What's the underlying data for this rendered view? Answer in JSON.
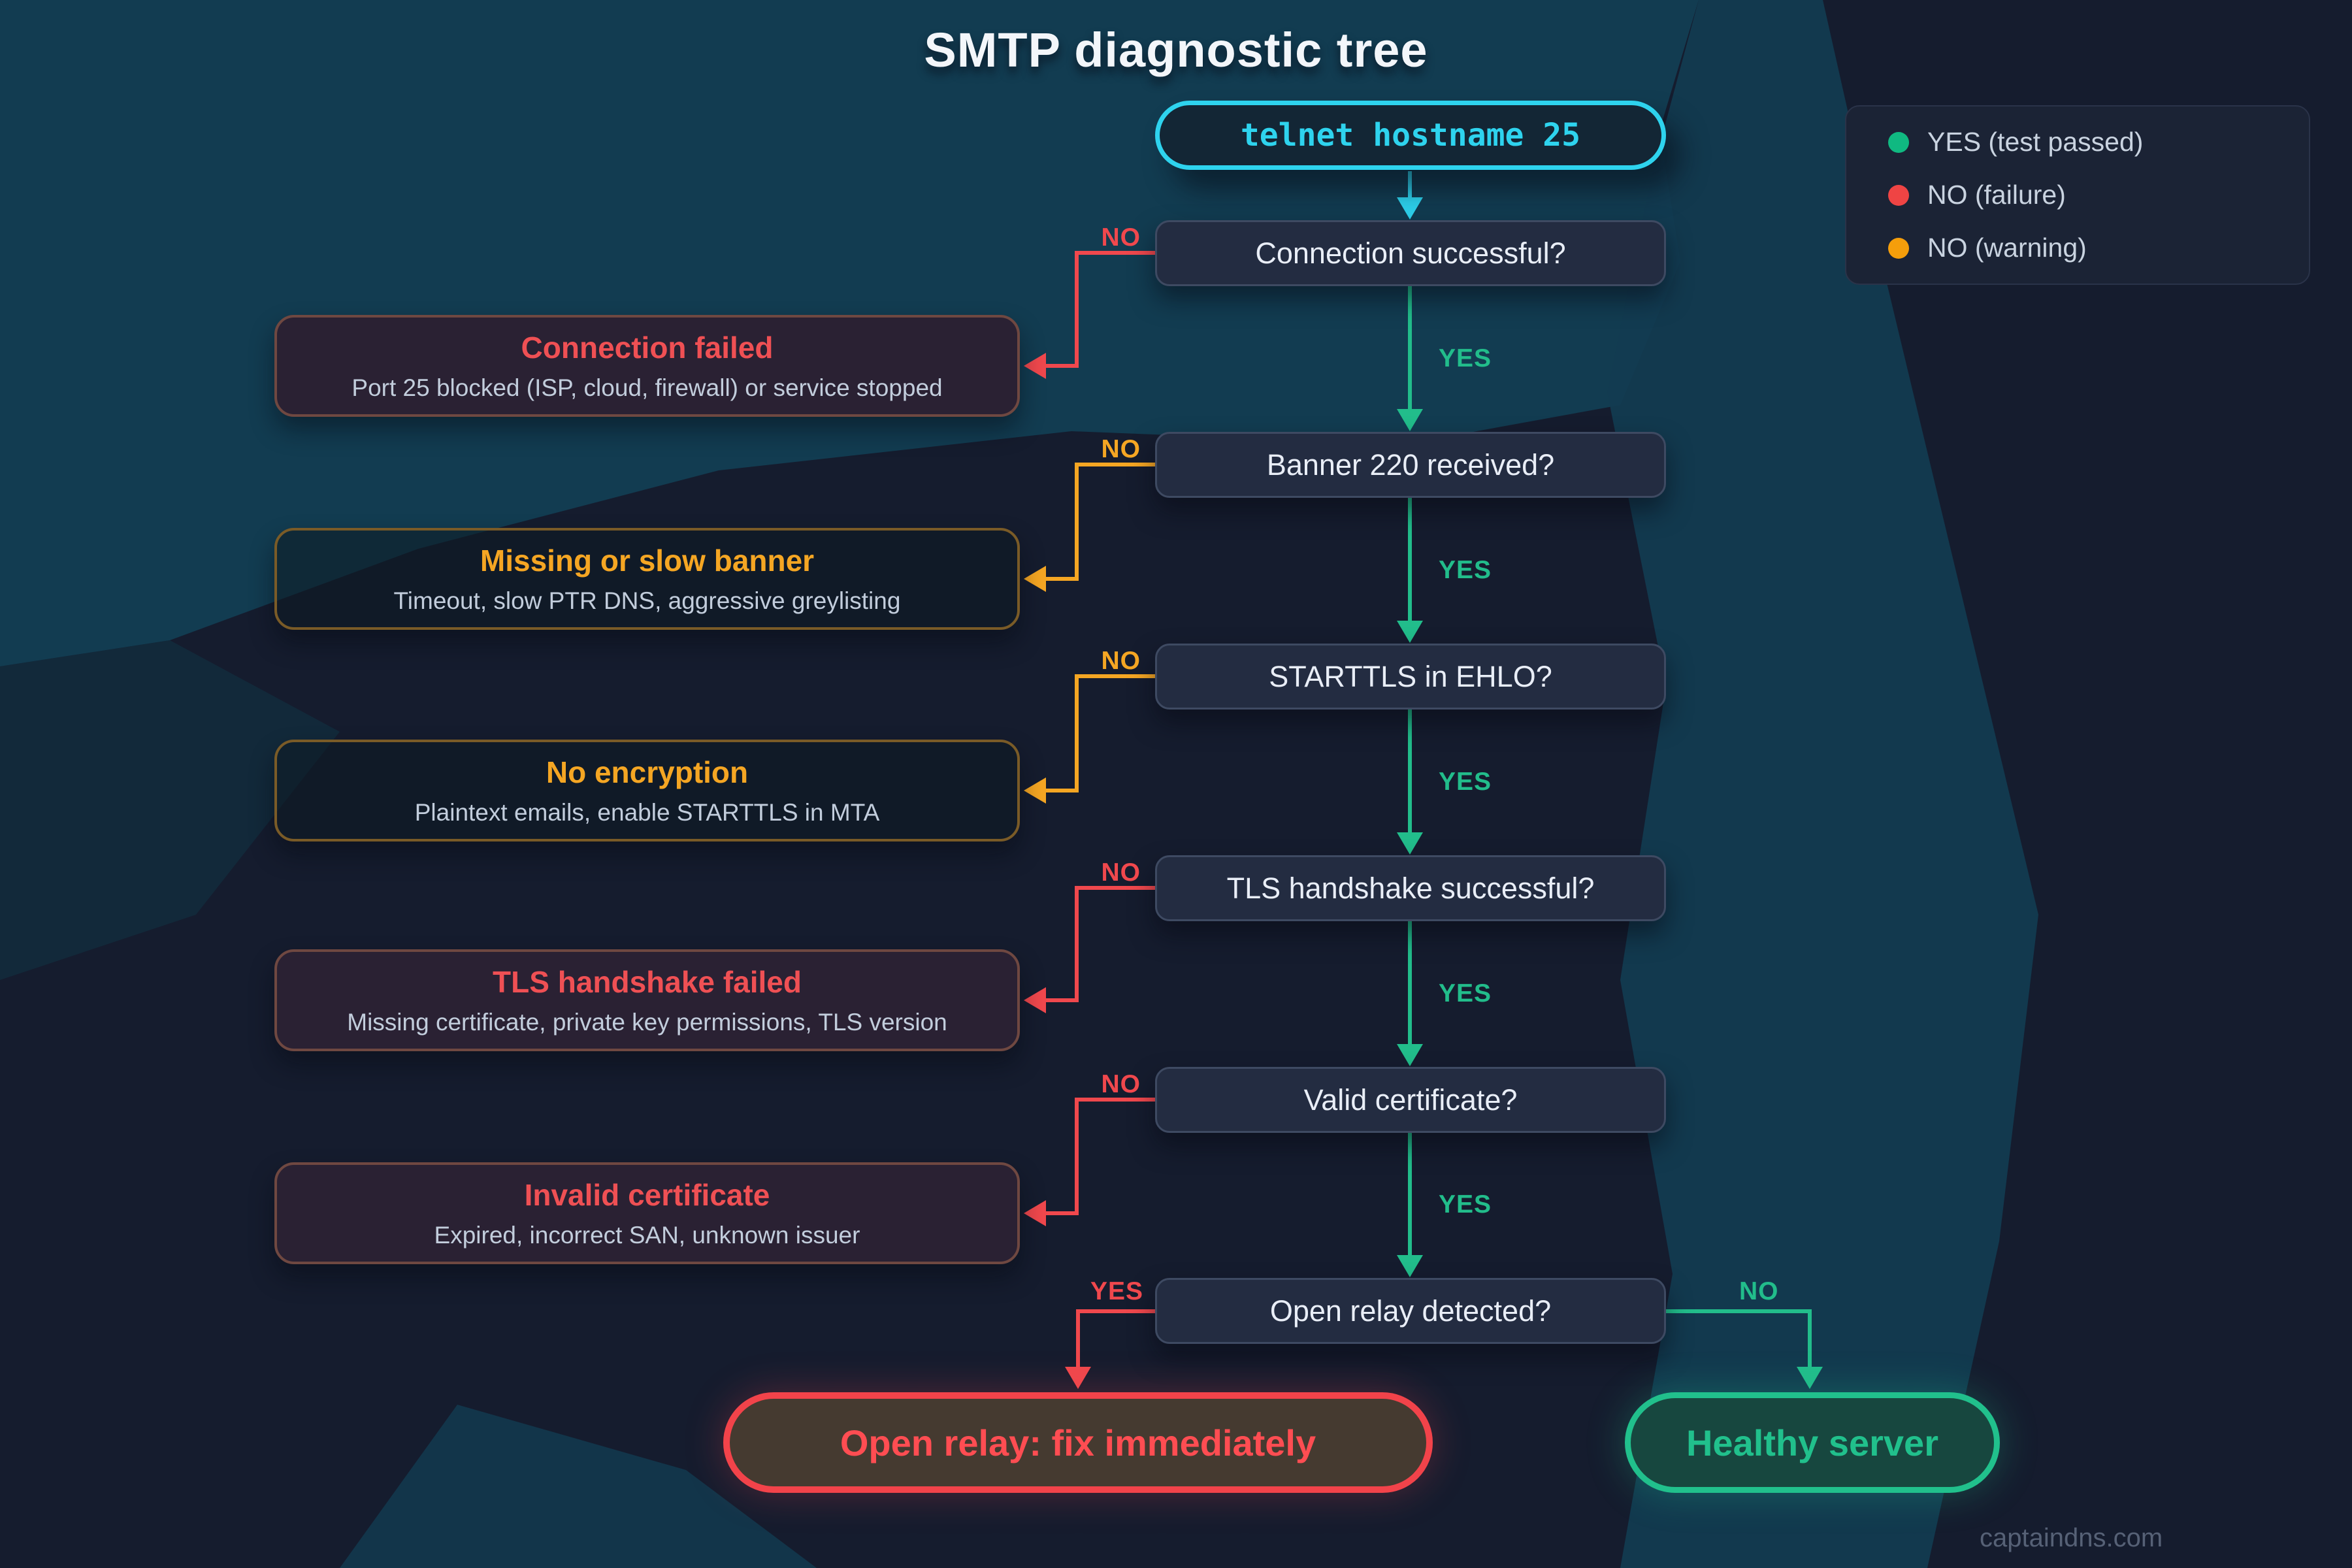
{
  "title": "SMTP diagnostic tree",
  "start_node": {
    "command": "telnet hostname 25"
  },
  "legend": {
    "items": [
      {
        "label": "YES (test passed)",
        "color": "#10b981"
      },
      {
        "label": "NO (failure)",
        "color": "#ef4444"
      },
      {
        "label": "NO (warning)",
        "color": "#f59e0b"
      }
    ]
  },
  "labels": {
    "yes": "YES",
    "no": "NO"
  },
  "questions": [
    {
      "label": "Connection successful?"
    },
    {
      "label": "Banner 220 received?"
    },
    {
      "label": "STARTTLS in EHLO?"
    },
    {
      "label": "TLS handshake successful?"
    },
    {
      "label": "Valid certificate?"
    },
    {
      "label": "Open relay detected?"
    }
  ],
  "failure_boxes": [
    {
      "title": "Connection failed",
      "subtitle": "Port 25 blocked (ISP, cloud, firewall) or service stopped",
      "severity": "failure"
    },
    {
      "title": "Missing or slow banner",
      "subtitle": "Timeout, slow PTR DNS, aggressive greylisting",
      "severity": "warning"
    },
    {
      "title": "No encryption",
      "subtitle": "Plaintext emails, enable STARTTLS in MTA",
      "severity": "warning"
    },
    {
      "title": "TLS handshake failed",
      "subtitle": "Missing certificate, private key permissions, TLS version",
      "severity": "failure"
    },
    {
      "title": "Invalid certificate",
      "subtitle": "Expired, incorrect SAN, unknown issuer",
      "severity": "failure"
    }
  ],
  "terminals": [
    {
      "label": "Open relay: fix immediately",
      "type": "danger"
    },
    {
      "label": "Healthy server",
      "type": "success"
    }
  ],
  "watermark": "captaindns.com",
  "colors": {
    "background_navy": "#151c2e",
    "background_teal": "#123c51",
    "yes_green": "#22bd8b",
    "failure_red": "#f0484d",
    "warning_orange": "#f5a623",
    "start_cyan": "#2ed3ee"
  }
}
